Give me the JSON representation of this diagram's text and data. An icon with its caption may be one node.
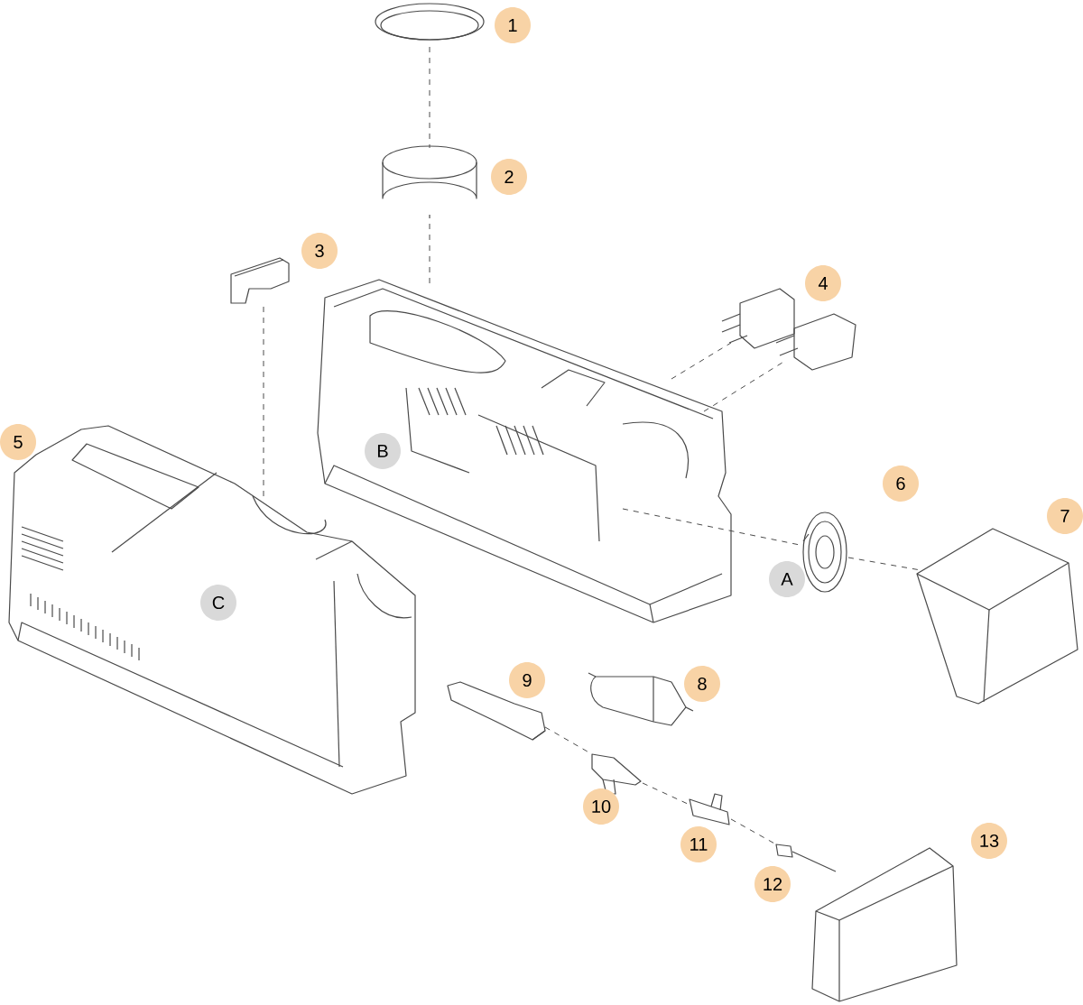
{
  "diagram": {
    "nodes": [
      {
        "text": [],
        "shape": "picture"
      },
      {
        "text": [],
        "shape": "picture"
      },
      {
        "text": [],
        "shape": "picture"
      },
      {
        "text": [],
        "shape": "picture"
      },
      {
        "text": [],
        "shape": "picture"
      },
      {
        "text": [],
        "shape": "picture"
      },
      {
        "text": [],
        "shape": "picture"
      },
      {
        "text": [],
        "shape": "picture"
      },
      {
        "text": [],
        "shape": "picture"
      },
      {
        "text": [],
        "shape": "picture"
      },
      {
        "text": [],
        "shape": "picture"
      },
      {
        "text": [],
        "shape": "picture"
      },
      {
        "text": [],
        "shape": "picture"
      },
      {
        "text": [],
        "shape": "picture"
      },
      {
        "text": [],
        "shape": "picture"
      }
    ],
    "edges": [
      {
        "from": 0,
        "to": 1,
        "arrow": "none",
        "style": "dashed"
      },
      {
        "from": 1,
        "to": 3,
        "arrow": "none",
        "style": "dashed"
      },
      {
        "from": 2,
        "to": 6,
        "arrow": "none",
        "style": "dashed"
      },
      {
        "from": 3,
        "to": 4,
        "arrow": "none",
        "style": "dashed"
      },
      {
        "from": 3,
        "to": 5,
        "arrow": "none",
        "style": "dashed"
      },
      {
        "from": 3,
        "to": 7,
        "arrow": "none",
        "style": "dashed"
      },
      {
        "from": 7,
        "to": 8,
        "arrow": "none",
        "style": "dashed"
      },
      {
        "from": 10,
        "to": 11,
        "arrow": "none",
        "style": "dashed"
      },
      {
        "from": 11,
        "to": 12,
        "arrow": "none",
        "style": "dashed"
      },
      {
        "from": 12,
        "to": 13,
        "arrow": "none",
        "style": "dashed"
      }
    ],
    "labels": [
      "1",
      "2",
      "3",
      "4",
      "B",
      "5",
      "6",
      "7",
      "A",
      "C",
      "9",
      "8",
      "10",
      "11",
      "12",
      "13"
    ]
  }
}
